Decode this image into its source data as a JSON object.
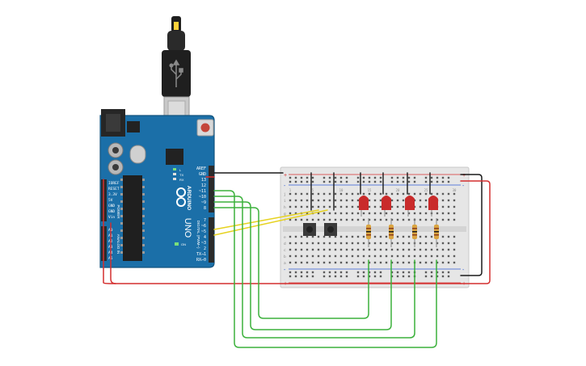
{
  "arduino": {
    "brand": "ARDUINO",
    "model": "UNO",
    "digital_header_label": "DIGITAL (PWM~)",
    "power_header_label": "POWER",
    "analog_header_label": "ANALOG IN",
    "top_pins": [
      "AREF",
      "GND",
      "13",
      "12",
      "~11",
      "~10",
      "~9",
      "8"
    ],
    "bottom_pins": [
      "7",
      "~6",
      "~5",
      "4",
      "~3",
      "2",
      "TX→1",
      "RX←0"
    ],
    "power_pins": [
      "IOREF",
      "RESET",
      "3.3V",
      "5V",
      "GND",
      "GND",
      "Vin"
    ],
    "analog_pins": [
      "A0",
      "A1",
      "A2",
      "A3",
      "A4",
      "A5"
    ],
    "led_labels": [
      "L",
      "TX",
      "RX"
    ],
    "on_label": "ON",
    "colors": {
      "board": "#1b6fa8",
      "board_dark": "#14557f",
      "header": "#2b2b2b"
    }
  },
  "usb_cable": {
    "icon": "usb-plug-icon",
    "color": "#1f1f1f"
  },
  "breadboard": {
    "rail_plus": "+",
    "rail_minus": "-",
    "column_numbers": [
      "1",
      "5",
      "10",
      "15",
      "20",
      "25",
      "30"
    ],
    "row_letters_top": [
      "j",
      "i",
      "h",
      "g",
      "f"
    ],
    "row_letters_bottom": [
      "e",
      "d",
      "c",
      "b",
      "a"
    ],
    "colors": {
      "body": "#e6e6e6",
      "rail_red": "#d42f2f",
      "rail_blue": "#2f5bd4"
    }
  },
  "components": {
    "leds": {
      "count": 4,
      "color": "#c92b2b"
    },
    "resistors": {
      "count": 4,
      "color": "#d9a441"
    },
    "pushbuttons": {
      "count": 2,
      "color": "#3a3a3a"
    }
  },
  "wires": {
    "colors": {
      "ground": "#1a1a1a",
      "power": "#d42f2f",
      "led_signal": "#3bb13b",
      "button_signal": "#e6d21f"
    }
  }
}
